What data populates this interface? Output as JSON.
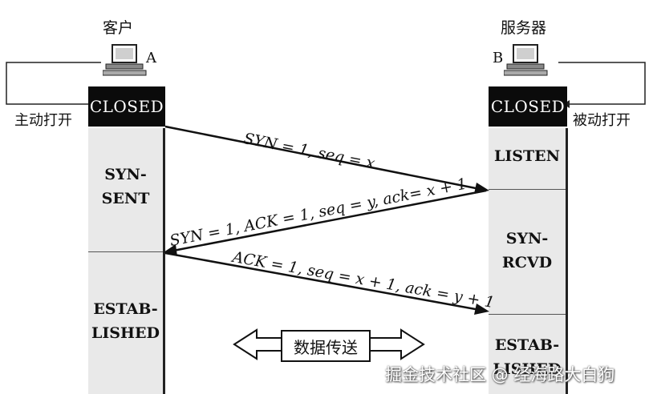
{
  "client": {
    "label": "客户",
    "letter": "A",
    "closed": "CLOSED",
    "open_label": "主动打开",
    "states": [
      "SYN-",
      "SENT",
      "ESTAB-",
      "LISHED"
    ]
  },
  "server": {
    "label": "服务器",
    "letter": "B",
    "closed": "CLOSED",
    "open_label": "被动打开",
    "states": [
      "LISTEN",
      "SYN-",
      "RCVD",
      "ESTAB-",
      "LISHED"
    ]
  },
  "messages": [
    {
      "text": "SYN = 1, seq = x",
      "direction": "A->B"
    },
    {
      "text": "SYN = 1, ACK = 1, seq = y, ack= x + 1",
      "direction": "B->A"
    },
    {
      "text": "ACK = 1, seq = x + 1, ack = y + 1",
      "direction": "A->B"
    }
  ],
  "data_transfer": "数据传送",
  "watermark": "掘金技术社区 @ 经海路大白狗"
}
